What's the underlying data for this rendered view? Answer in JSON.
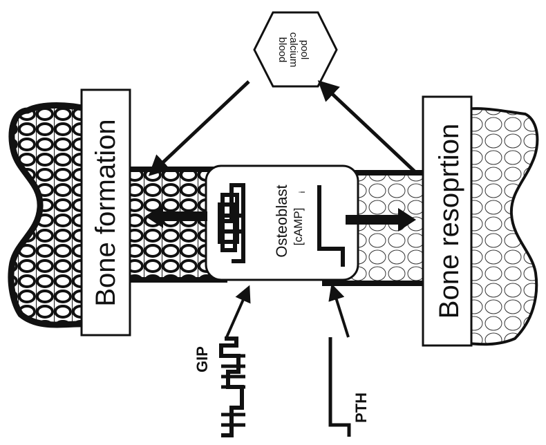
{
  "blood_pool": {
    "line1": "blood",
    "line2": "calcium",
    "line3": "pool"
  },
  "bone_formation": {
    "label": "Bone formation"
  },
  "bone_resorption": {
    "label": "Bone resoprtion"
  },
  "osteoblast": {
    "label": "Osteoblast",
    "camp_main": "[cAMP]",
    "camp_sub": "i"
  },
  "hormones": {
    "gip": "GIP",
    "pth": "PTH"
  }
}
